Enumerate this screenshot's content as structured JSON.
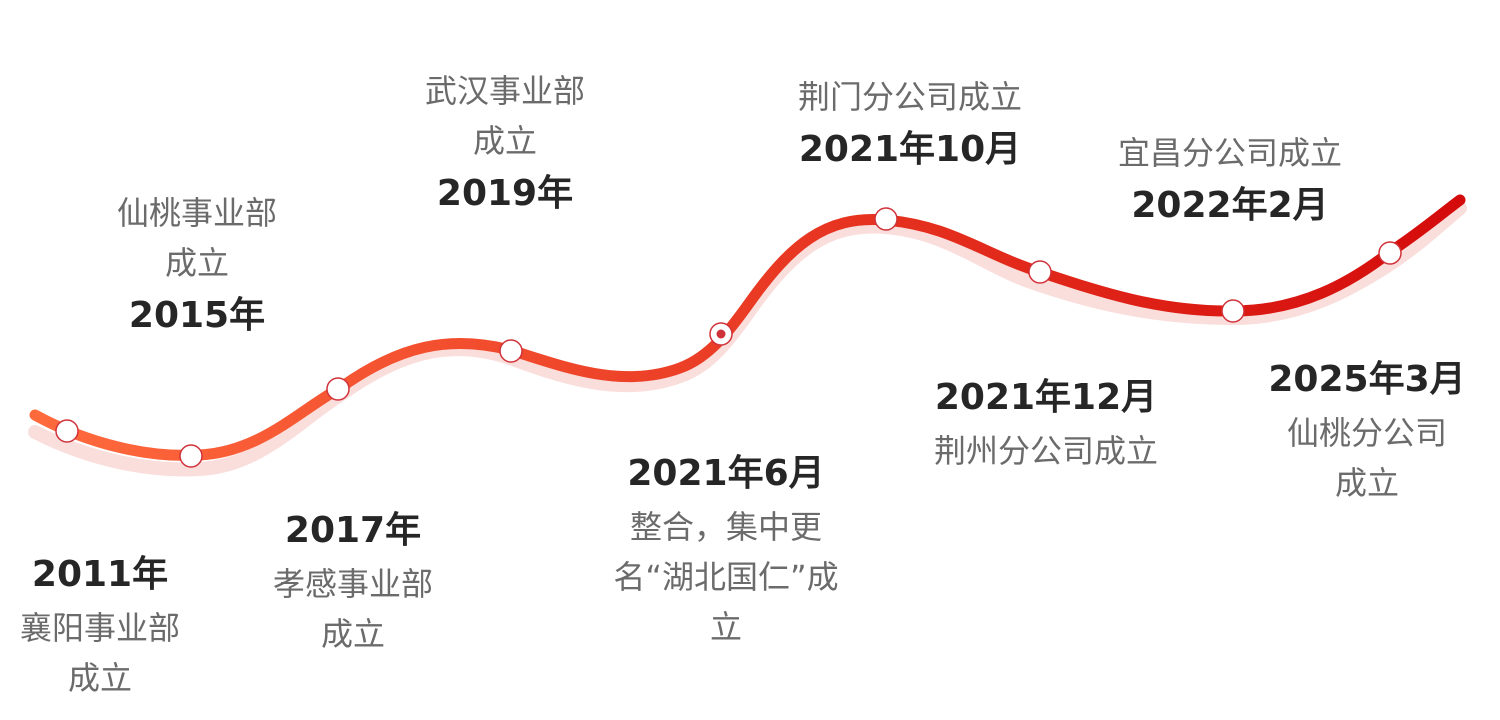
{
  "milestones": [
    {
      "year": "2011年",
      "desc": "襄阳事业部成立",
      "point": "below"
    },
    {
      "year": "2015年",
      "desc": "仙桃事业部成立",
      "point": "above"
    },
    {
      "year": "2017年",
      "desc": "孝感事业部成立",
      "point": "below"
    },
    {
      "year": "2019年",
      "desc": "武汉事业部成立",
      "point": "above"
    },
    {
      "year": "2021年6月",
      "desc": "整合，集中更名“湖北国仁”成立",
      "point": "below"
    },
    {
      "year": "2021年10月",
      "desc": "荆门分公司成立",
      "point": "above"
    },
    {
      "year": "2021年12月",
      "desc": "荆州分公司成立",
      "point": "below"
    },
    {
      "year": "2022年2月",
      "desc": "宜昌分公司成立",
      "point": "above"
    },
    {
      "year": "2025年3月",
      "desc": "仙桃分公司成立",
      "point": "below"
    }
  ],
  "colors": {
    "line_start": "#ff6a3d",
    "line_end": "#d40b0b",
    "dot_fill": "#ffffff",
    "dot_stroke": "#d0323a",
    "year_text": "#262626",
    "desc_text": "#6b6b6b"
  }
}
